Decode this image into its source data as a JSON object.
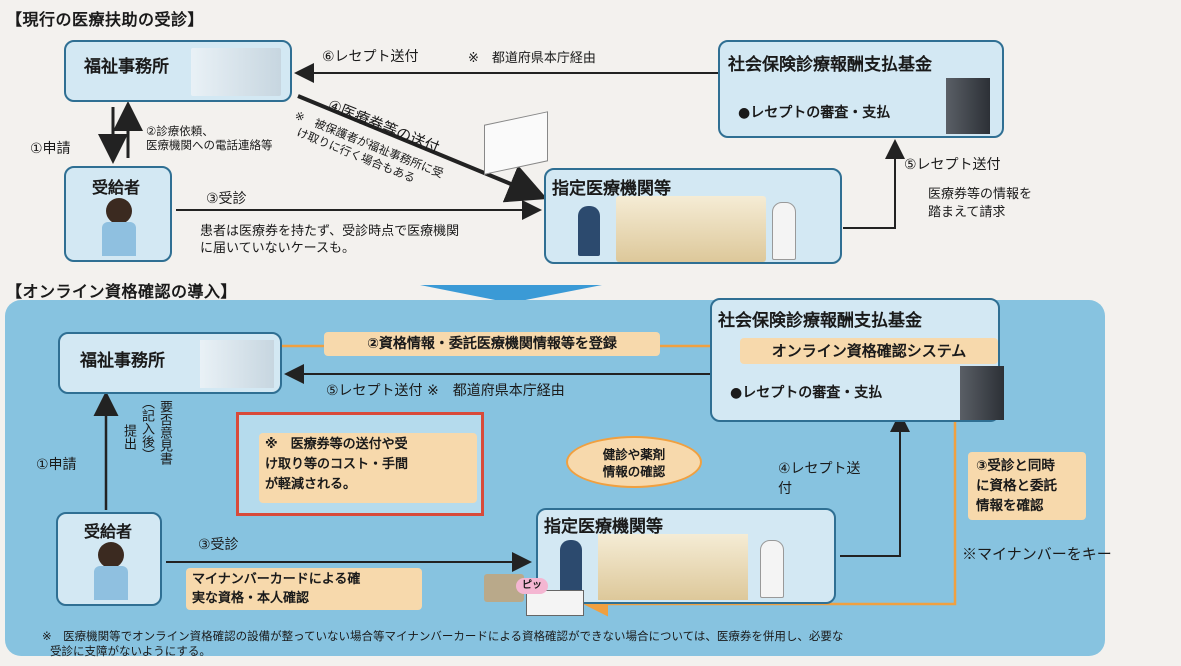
{
  "top": {
    "section_title": "【現行の医療扶助の受診】",
    "welfare_office": "福祉事務所",
    "recipient": "受給者",
    "fund_title": "社会保険診療報酬支払基金",
    "fund_item": "●レセプトの審査・支払",
    "clinic": "指定医療機関等",
    "arrow_receipt_send": "⑥レセプト送付",
    "arrow_receipt_note": "※　都道府県本庁経由",
    "arrow_ticket_send": "④医療券等の送付",
    "ticket_note_1": "※　被保護者が福祉事務所に受",
    "ticket_note_2": "け取りに行く場合もある",
    "apply": "①申請",
    "request_1": "②診療依頼、",
    "request_2": "医療機関への電話連絡等",
    "visit": "③受診",
    "visit_note_1": "患者は医療券を持たず、受診時点で医療機関",
    "visit_note_2": "に届いていないケースも。",
    "receipt5": "⑤レセプト送付",
    "request_note_1": "医療券等の情報を",
    "request_note_2": "踏まえて請求"
  },
  "bottom": {
    "section_title": "【オンライン資格確認の導入】",
    "welfare_office": "福祉事務所",
    "fund_title": "社会保険診療報酬支払基金",
    "online_system": "オンライン資格確認システム",
    "fund_item": "●レセプトの審査・支払",
    "register": "②資格情報・委託医療機関情報等を登録",
    "receipt5": "⑤レセプト送付 ※　都道府県本庁経由",
    "apply": "①申請",
    "submit": "提出",
    "after_fill": "（記入後）",
    "need_form": "要否意見書",
    "cost_note_1": "※　医療券等の送付や受",
    "cost_note_2": "け取り等のコスト・手間",
    "cost_note_3": "が軽減される。",
    "bubble_1": "健診や薬剤",
    "bubble_2": "情報の確認",
    "receipt4_1": "④レセプト送",
    "receipt4_2": "付",
    "simultaneous_1": "③受診と同時",
    "simultaneous_2": "に資格と委託",
    "simultaneous_3": "情報を確認",
    "recipient": "受給者",
    "visit": "③受診",
    "mynumber_1": "マイナンバーカードによる確",
    "mynumber_2": "実な資格・本人確認",
    "clinic": "指定医療機関等",
    "beep": "ピッ",
    "side_note": "※マイナンバーをキー",
    "footnote_1": "※　医療機関等でオンライン資格確認の設備が整っていない場合等マイナンバーカードによる資格確認ができない場合については、医療券を併用し、必要な",
    "footnote_2": "受診に支障がないようにする。"
  },
  "colors": {
    "box_fill": "#d3e8f3",
    "box_border": "#2f6f93",
    "panel_blue": "#87c3e0",
    "orange_fill": "#f7d9ac",
    "orange_arrow": "#f0a040",
    "red_border": "#d84a3a"
  }
}
